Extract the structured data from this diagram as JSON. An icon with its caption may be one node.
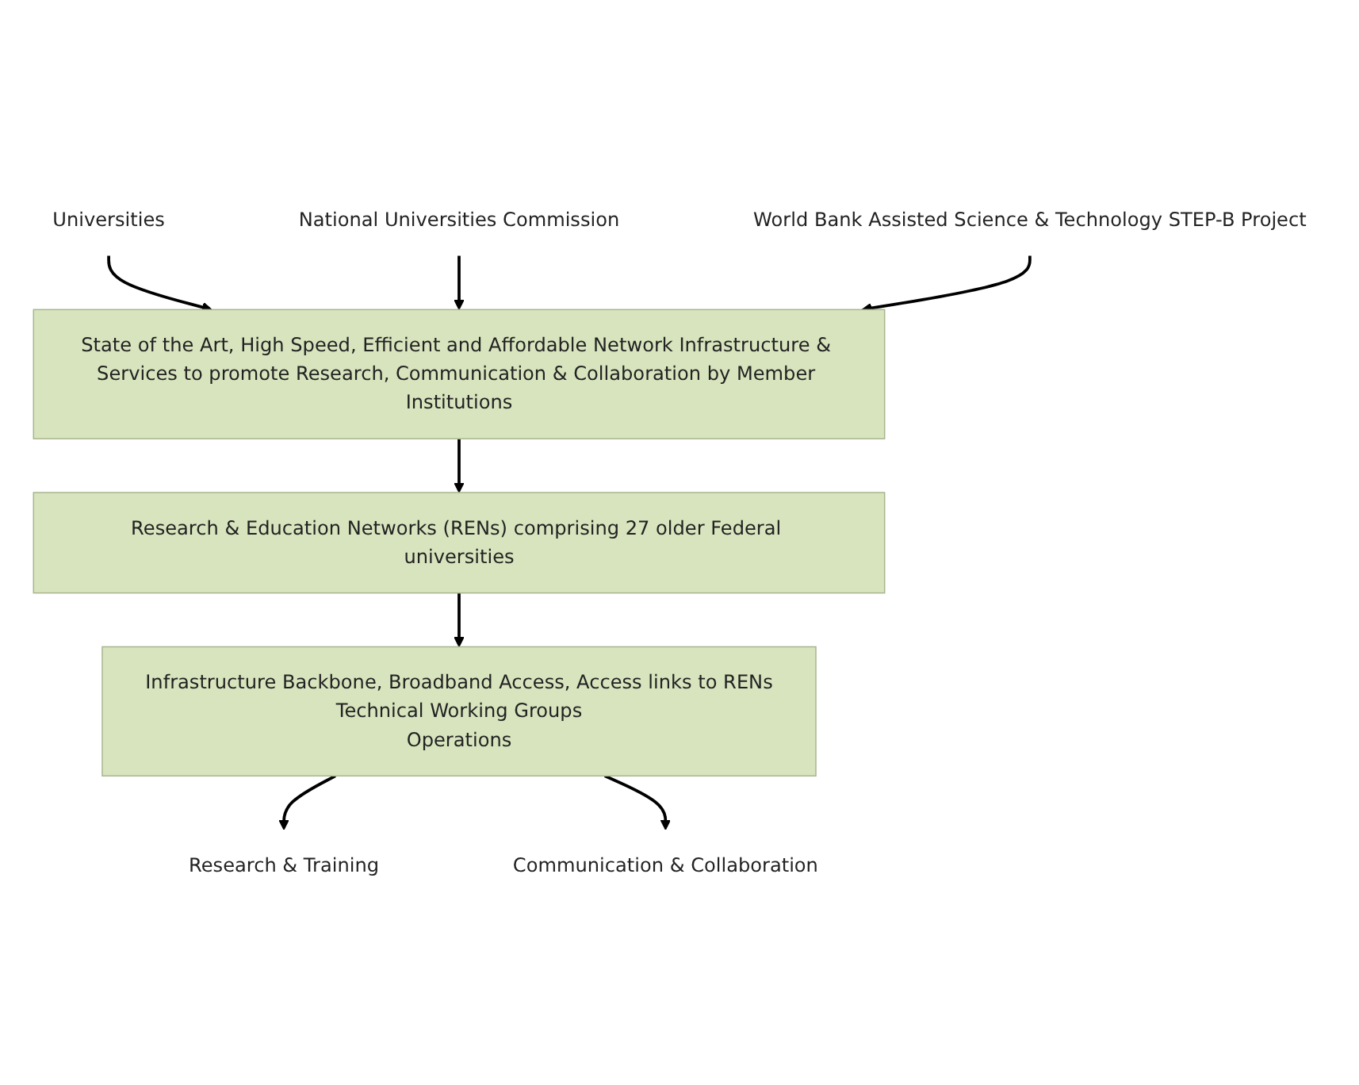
{
  "diagram": {
    "nodes": [
      {
        "text": [
          "Universities"
        ]
      },
      {
        "text": [
          "National Universities Commission"
        ]
      },
      {
        "text": [
          "World Bank Assisted Science & Technology STEP-B Project"
        ]
      },
      {
        "text": [
          "State of the Art, High Speed, Efficient and Affordable Network Infrastructure & Services to promote Research, Communication & Collaboration by Member Institutions"
        ]
      },
      {
        "text": [
          "Research & Education Networks (RENs) comprising 27 older Federal universities"
        ]
      },
      {
        "text": [
          "Infrastructure Backbone, Broadband Access, Access links to RENs",
          "Technical Working Groups",
          "Operations"
        ]
      },
      {
        "text": [
          "Research & Training"
        ]
      },
      {
        "text": [
          "Communication & Collaboration"
        ]
      }
    ],
    "edges": [
      {
        "from": 0,
        "to": 3,
        "arrow": "to"
      },
      {
        "from": 1,
        "to": 3,
        "arrow": "to"
      },
      {
        "from": 2,
        "to": 3,
        "arrow": "to"
      },
      {
        "from": 3,
        "to": 4,
        "arrow": "to"
      },
      {
        "from": 4,
        "to": 5,
        "arrow": "to"
      },
      {
        "from": 5,
        "to": 6,
        "arrow": "to"
      },
      {
        "from": 5,
        "to": 7,
        "arrow": "to"
      }
    ]
  }
}
